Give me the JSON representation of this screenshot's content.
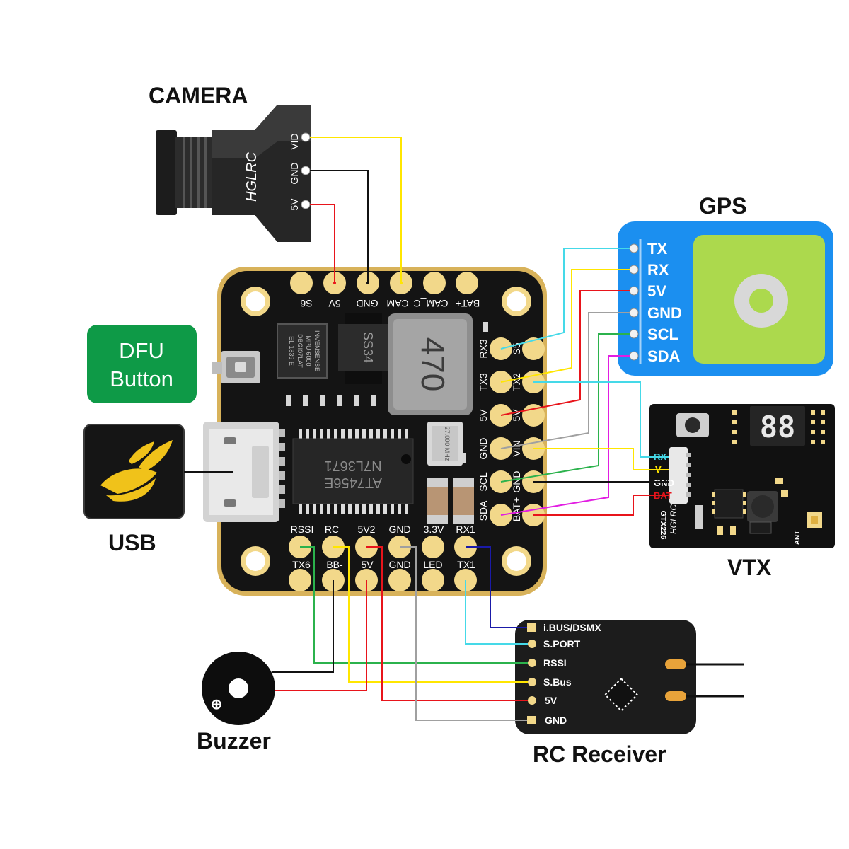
{
  "titles": {
    "camera": "CAMERA",
    "gps": "GPS",
    "vtx": "VTX",
    "usb": "USB",
    "buzzer": "Buzzer",
    "rc_receiver": "RC Receiver"
  },
  "dfu_button": {
    "line1": "DFU",
    "line2": "Button"
  },
  "camera": {
    "pins": [
      "VID",
      "GND",
      "5V"
    ],
    "logo_text": "HGLRC"
  },
  "gps": {
    "pins": [
      "TX",
      "RX",
      "5V",
      "GND",
      "SCL",
      "SDA"
    ]
  },
  "vtx": {
    "pins": [
      "RX",
      "V",
      "GND",
      "BAT"
    ],
    "model": "GTX226",
    "brand": "HGLRC",
    "ant_label": "ANT"
  },
  "rc_receiver": {
    "pins": [
      "i.BUS/DSMX",
      "S.PORT",
      "RSSI",
      "S.Bus",
      "5V",
      "GND"
    ]
  },
  "fc": {
    "top_labels": [
      "S6",
      "5V",
      "GND",
      "CAM_C",
      "CAM",
      "BAT+"
    ],
    "right_outer": [
      "RX3",
      "TX3",
      "5V",
      "GND",
      "SCL",
      "SDA"
    ],
    "right_inner": [
      "S5",
      "TX2",
      "5V",
      "VIN",
      "GND",
      "BAT+"
    ],
    "bottom_top_labels": [
      "RSSI",
      "RC",
      "5V2",
      "GND",
      "3.3V",
      "RX1"
    ],
    "bottom_bottom_labels": [
      "TX6",
      "BB-",
      "5V",
      "GND",
      "LED",
      "TX1"
    ],
    "chips": {
      "inductor": "470",
      "diode": "SS34",
      "osd": "AT7456E",
      "osd_sub": "N7L3671",
      "crystal": "27.000 MHz",
      "imu_line1": "INVENSENSE",
      "imu_line2": "MPU-6000",
      "imu_line3": "DBGI07LAT",
      "imu_line4": "EL 1839 E"
    }
  },
  "colors": {
    "wire_yellow": "#ffe600",
    "wire_black": "#111111",
    "wire_red": "#e8141b",
    "wire_cyan": "#45d9e8",
    "wire_gray": "#a0a0a0",
    "wire_green": "#2bb24c",
    "wire_magenta": "#e21de2",
    "wire_blue": "#1a1aa8",
    "gps_blue": "#1b8ff0",
    "gps_green": "#acd94d",
    "dfu_green": "#0e9a47",
    "pad": "#f2d88a"
  }
}
